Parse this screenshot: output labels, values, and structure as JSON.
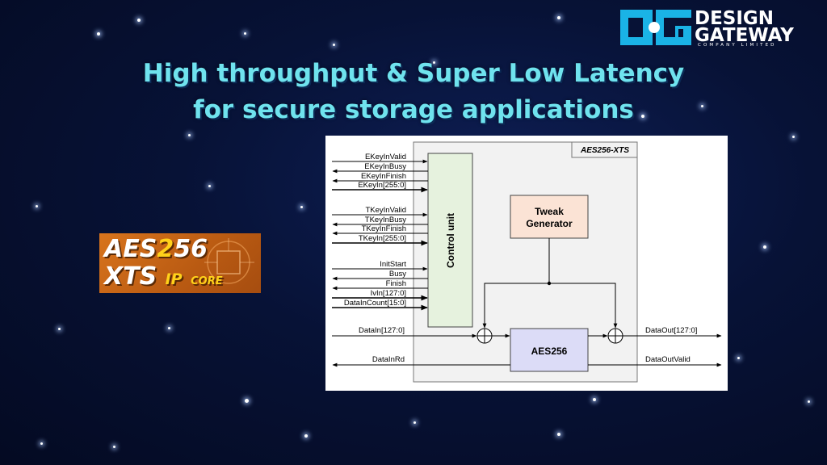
{
  "title": {
    "line1": "High throughput & Super Low Latency",
    "line2": "for secure storage applications"
  },
  "logo": {
    "mark": "DG",
    "word1": "DESIGN",
    "word2": "GATEWAY",
    "subtitle": "COMPANY LIMITED"
  },
  "badge": {
    "line1_a": "AES",
    "line1_b": "2",
    "line1_c": "56",
    "line2_a": "XTS",
    "line2_b": "IP",
    "line2_c": "CORE"
  },
  "diagram": {
    "module_title": "AES256-XTS",
    "control_unit": "Control unit",
    "tweak_line1": "Tweak",
    "tweak_line2": "Generator",
    "aes_block": "AES256",
    "inputs": [
      {
        "label": "EKeyInValid",
        "dir": "in"
      },
      {
        "label": "EKeyInBusy",
        "dir": "out"
      },
      {
        "label": "EKeyInFinish",
        "dir": "out"
      },
      {
        "label": "EKeyIn[255:0]",
        "dir": "in"
      },
      {
        "label": "TKeyInValid",
        "dir": "in"
      },
      {
        "label": "TKeyInBusy",
        "dir": "out"
      },
      {
        "label": "TKeyInFinish",
        "dir": "out"
      },
      {
        "label": "TKeyIn[255:0]",
        "dir": "in"
      },
      {
        "label": "InitStart",
        "dir": "in"
      },
      {
        "label": "Busy",
        "dir": "out"
      },
      {
        "label": "Finish",
        "dir": "out"
      },
      {
        "label": "IvIn[127:0]",
        "dir": "in"
      },
      {
        "label": "DataInCount[15:0]",
        "dir": "in"
      }
    ],
    "data_in": "DataIn[127:0]",
    "data_in_rd": "DataInRd",
    "data_out": "DataOut[127:0]",
    "data_out_valid": "DataOutValid"
  },
  "colors": {
    "title": "#6fe3ee",
    "logo_accent": "#1ab3e6",
    "control_fill": "#e6f2de",
    "tweak_fill": "#fbe3d5",
    "aes_fill": "#dcdcf7",
    "badge_bg": "#c96818"
  }
}
